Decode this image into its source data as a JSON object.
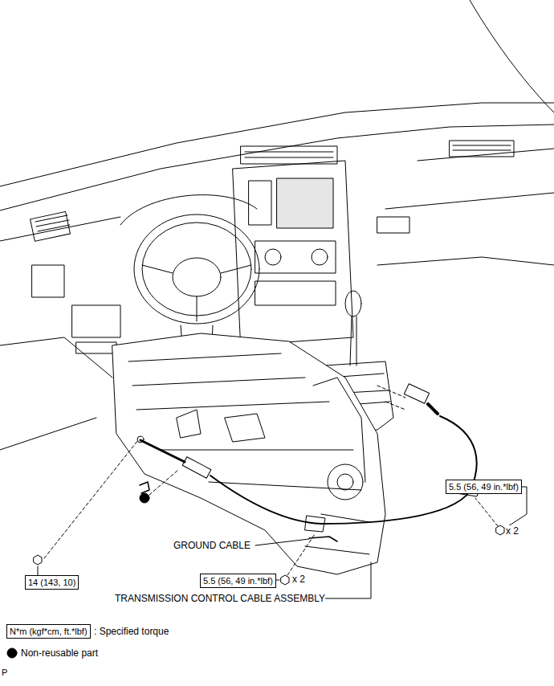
{
  "diagram": {
    "nodes": [
      {
        "text": [
          "5.5 (56, 49 in.*lbf)"
        ]
      },
      {
        "text": [
          "14 (143, 10)"
        ]
      },
      {
        "text": [
          "5.5 (56, 49 in.*lbf)"
        ]
      },
      {
        "text": [
          "N*m (kgf*cm, ft.*lbf)"
        ]
      }
    ],
    "labels": [
      "x 2",
      "x 2",
      "GROUND CABLE",
      "TRANSMISSION CONTROL CABLE ASSEMBLY",
      "P"
    ],
    "legend": [
      {
        "text": ": Specified torque"
      },
      {
        "text": "Non-reusable part"
      }
    ]
  }
}
